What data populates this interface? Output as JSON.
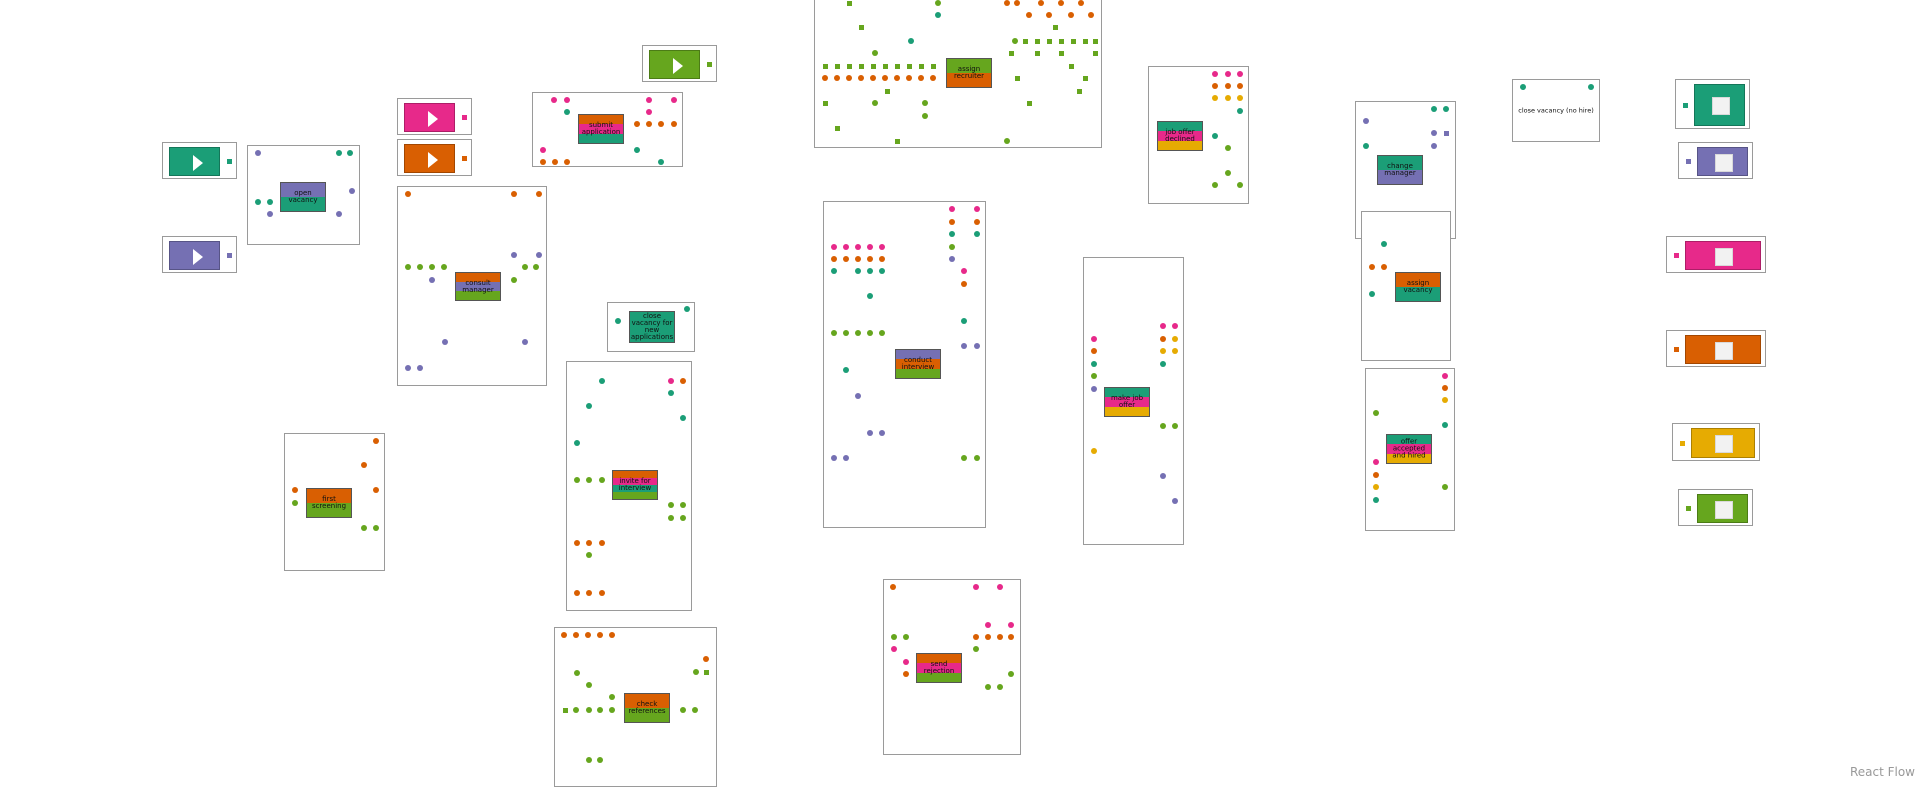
{
  "attribution": "React Flow",
  "colors": {
    "green": "#66a61e",
    "orange": "#d95f02",
    "teal": "#1b9e77",
    "purple": "#7570b3",
    "pink": "#e7298a",
    "yellow": "#e6ab02",
    "node_border": "#9a9a9a"
  },
  "activities": {
    "open_vacancy": {
      "label": "open vacancy",
      "bands": [
        "#7570b3",
        "#1b9e77"
      ]
    },
    "consult_manager": {
      "label": "consult manager",
      "bands": [
        "#d95f02",
        "#7570b3",
        "#66a61e"
      ]
    },
    "submit_application": {
      "label": "submit application",
      "bands": [
        "#d95f02",
        "#e7298a",
        "#1b9e77"
      ]
    },
    "first_screening": {
      "label": "first screening",
      "bands": [
        "#d95f02",
        "#66a61e"
      ]
    },
    "close_vacancy_new_apps": {
      "label": "close vacancy for new applications",
      "bands": [
        "#1b9e77"
      ]
    },
    "invite_for_interview": {
      "label": "invite for interview",
      "bands": [
        "#d95f02",
        "#e7298a",
        "#1b9e77",
        "#66a61e"
      ]
    },
    "check_references": {
      "label": "check references",
      "bands": [
        "#d95f02",
        "#66a61e"
      ]
    },
    "assign_recruiter": {
      "label": "assign recruiter",
      "bands": [
        "#66a61e",
        "#d95f02"
      ]
    },
    "conduct_interview": {
      "label": "conduct interview",
      "bands": [
        "#7570b3",
        "#d95f02",
        "#66a61e"
      ]
    },
    "send_rejection": {
      "label": "send rejection",
      "bands": [
        "#d95f02",
        "#e7298a",
        "#66a61e"
      ]
    },
    "make_job_offer": {
      "label": "make job offer",
      "bands": [
        "#1b9e77",
        "#e7298a",
        "#e6ab02"
      ]
    },
    "job_offer_declined": {
      "label": "job offer declined",
      "bands": [
        "#1b9e77",
        "#e7298a",
        "#e6ab02"
      ]
    },
    "change_manager": {
      "label": "change manager",
      "bands": [
        "#1b9e77",
        "#7570b3"
      ]
    },
    "assign_vacancy": {
      "label": "assign vacancy",
      "bands": [
        "#d95f02",
        "#1b9e77"
      ]
    },
    "offer_accepted_hired": {
      "label": "offer accepted and hired",
      "bands": [
        "#1b9e77",
        "#e7298a",
        "#e6ab02"
      ]
    },
    "close_vacancy_no_hire": {
      "label": "close vacancy (no hire)",
      "bands": []
    }
  },
  "start_nodes": [
    "#1b9e77",
    "#7570b3",
    "#e7298a",
    "#d95f02",
    "#66a61e",
    "#e6ab02"
  ],
  "end_nodes": [
    "#1b9e77",
    "#7570b3",
    "#e7298a",
    "#d95f02",
    "#e6ab02",
    "#66a61e"
  ]
}
